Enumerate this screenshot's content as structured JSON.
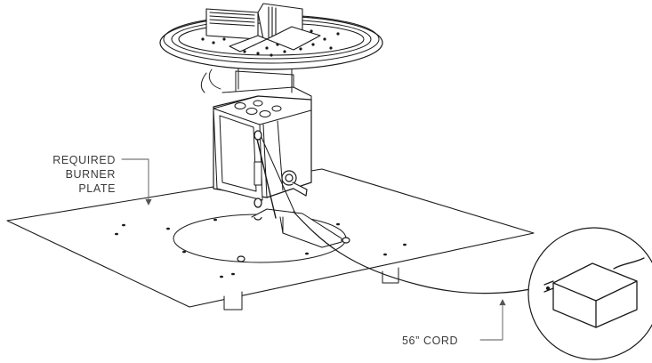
{
  "callouts": {
    "burner_plate": {
      "line1": "REQUIRED",
      "line2": "BURNER",
      "line3": "PLATE"
    },
    "cord": "56” CORD"
  },
  "colors": {
    "line": "#1a1a1a",
    "leader": "#555555",
    "background": "#ffffff"
  }
}
